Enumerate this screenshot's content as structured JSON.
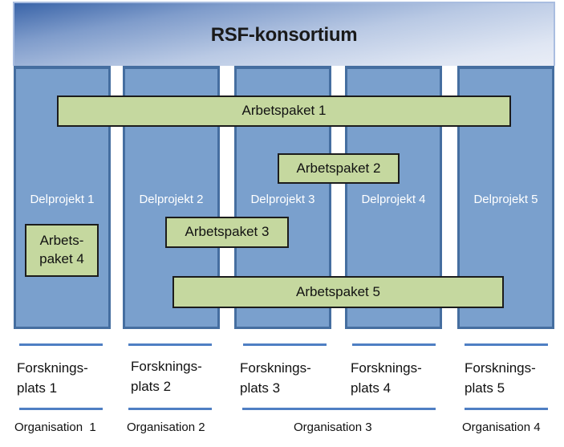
{
  "header": {
    "title": "RSF-konsortium"
  },
  "colors": {
    "column_fill": "#7aa0cd",
    "column_border": "#456ea0",
    "workpackage_fill": "#c5d89f",
    "workpackage_border": "#1c1c1c",
    "divider_line": "#4f7fc3"
  },
  "subprojects": [
    {
      "label": "Delprojekt 1"
    },
    {
      "label": "Delprojekt 2"
    },
    {
      "label": "Delprojekt 3"
    },
    {
      "label": "Delprojekt 4"
    },
    {
      "label": "Delprojekt 5"
    }
  ],
  "workpackages": [
    {
      "label": "Arbetspaket 1",
      "spans": "Delprojekt 1–5"
    },
    {
      "label": "Arbetspaket 2",
      "spans": "Delprojekt 3–4"
    },
    {
      "label": "Arbetspaket 3",
      "spans": "Delprojekt 2–3"
    },
    {
      "label_line1": "Arbets-",
      "label_line2": "paket 4",
      "spans": "Delprojekt 1"
    },
    {
      "label": "Arbetspaket 5",
      "spans": "Delprojekt 2–5"
    }
  ],
  "research_sites": [
    {
      "line1": "Forsknings-",
      "line2": "plats 1"
    },
    {
      "line1": "Forsknings-",
      "line2": "plats 2"
    },
    {
      "line1": "Forsknings-",
      "line2": "plats 3"
    },
    {
      "line1": "Forsknings-",
      "line2": "plats 4"
    },
    {
      "line1": "Forsknings-",
      "line2": "plats 5"
    }
  ],
  "organisations": [
    {
      "label": "Organisation  1",
      "sites": [
        1
      ]
    },
    {
      "label": "Organisation 2",
      "sites": [
        2
      ]
    },
    {
      "label": "Organisation 3",
      "sites": [
        3,
        4
      ]
    },
    {
      "label": "Organisation 4",
      "sites": [
        5
      ]
    }
  ]
}
